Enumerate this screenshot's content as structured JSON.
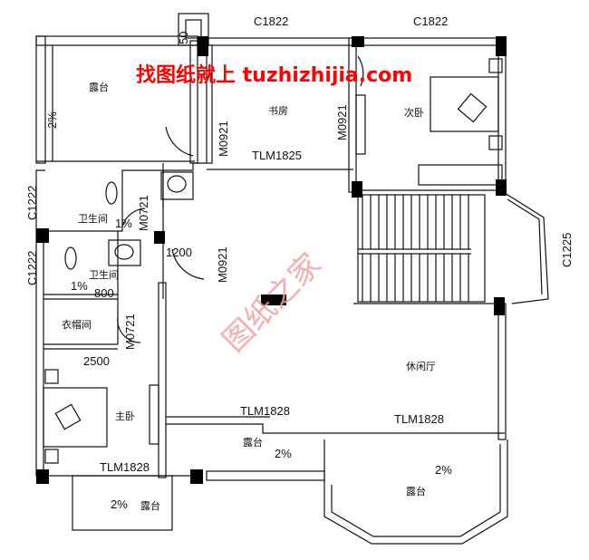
{
  "watermark": {
    "text": "找图纸就上 tuzhizhijia.com",
    "color": "#ff0000",
    "stamp": "图纸之家",
    "stamp_color": "#f4a0a0"
  },
  "rooms": {
    "balcony_top_left": "露台",
    "study": "书房",
    "second_bedroom": "次卧",
    "bathroom_1": "卫生间",
    "bathroom_2": "卫生间",
    "cloakroom": "衣帽间",
    "master_bedroom": "主卧",
    "lounge": "休闲厅",
    "balcony_bottom_mid": "露台",
    "balcony_bottom_right": "露台",
    "balcony_bottom_left": "露台"
  },
  "labels": {
    "window_top_1": "C1822",
    "window_top_2": "C1822",
    "window_bath_1": "C1222",
    "window_bath_2": "C1222",
    "window_bay": "C1225",
    "door_study_bedroom": "M0921",
    "door_study": "M0921",
    "door_bath_1": "M0721",
    "door_hall": "M0921",
    "door_cloak": "M0721",
    "slide_study": "TLM1825",
    "slide_lounge_1": "TLM1828",
    "slide_lounge_2": "TLM1828",
    "slide_master": "TLM1828",
    "dim_1200": "1200",
    "dim_800": "800",
    "dim_2500": "2500",
    "slope_balcony_top": "2%",
    "slope_bath_1": "1%",
    "slope_bath_2": "1%",
    "slope_balcony_mid": "2%",
    "slope_balcony_right": "2%",
    "slope_balcony_left": "2%",
    "dim_50": "50"
  }
}
